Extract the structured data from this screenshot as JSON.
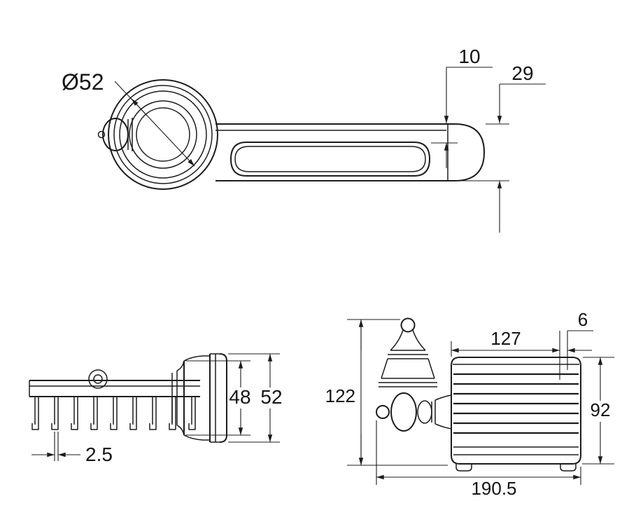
{
  "page": {
    "background": "#ffffff",
    "line_color": "#1c1c1c"
  },
  "drawing": {
    "side_view": {
      "flange_diameter": "Ø52",
      "rim_depth": "10",
      "overall_depth": "29"
    },
    "bottom_view": {
      "wire_diameter": "2.5",
      "inner_height": "48",
      "outer_height": "52"
    },
    "front_view": {
      "edge_gap": "6",
      "basket_width": "127",
      "overall_height": "122",
      "basket_height": "92",
      "overall_width": "190.5"
    }
  }
}
